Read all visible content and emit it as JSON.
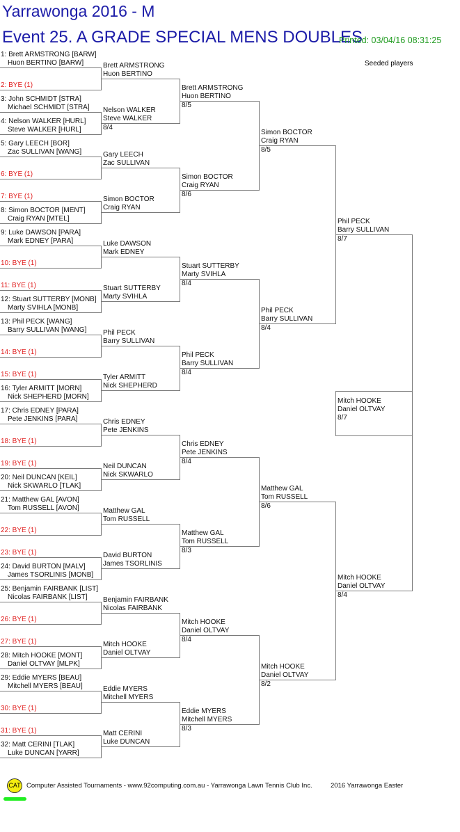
{
  "header": {
    "title": "Yarrawonga 2016 - M",
    "event": "Event 25. A GRADE SPECIAL MENS DOUBLES",
    "printed": "Printed: 03/04/16 08:31:25",
    "seeded_label": "Seeded players"
  },
  "colors": {
    "title": "#1c1ca8",
    "printed": "#1d9a1d",
    "bye": "#e02020",
    "lines": "#7a7a7a"
  },
  "round1": [
    {
      "l1": "1: Brett ARMSTRONG [BARW]",
      "l2": "Huon BERTINO [BARW]"
    },
    {
      "l1": "2: BYE (1)",
      "bye": true
    },
    {
      "l1": "3: John SCHMIDT [STRA]",
      "l2": "Michael SCHMIDT [STRA]"
    },
    {
      "l1": "4: Nelson WALKER [HURL]",
      "l2": "Steve WALKER [HURL]"
    },
    {
      "l1": "5: Gary LEECH [BOR]",
      "l2": "Zac SULLIVAN [WANG]"
    },
    {
      "l1": "6: BYE (1)",
      "bye": true
    },
    {
      "l1": "7: BYE (1)",
      "bye": true
    },
    {
      "l1": "8: Simon BOCTOR [MENT]",
      "l2": "Craig RYAN [MTEL]"
    },
    {
      "l1": "9: Luke DAWSON [PARA]",
      "l2": "Mark EDNEY [PARA]"
    },
    {
      "l1": "10: BYE (1)",
      "bye": true
    },
    {
      "l1": "11: BYE (1)",
      "bye": true
    },
    {
      "l1": "12: Stuart SUTTERBY [MONB]",
      "l2": "Marty SVIHLA [MONB]"
    },
    {
      "l1": "13: Phil PECK [WANG]",
      "l2": "Barry SULLIVAN [WANG]"
    },
    {
      "l1": "14: BYE (1)",
      "bye": true
    },
    {
      "l1": "15: BYE (1)",
      "bye": true
    },
    {
      "l1": "16: Tyler ARMITT [MORN]",
      "l2": "Nick SHEPHERD [MORN]"
    },
    {
      "l1": "17: Chris EDNEY [PARA]",
      "l2": "Pete JENKINS [PARA]"
    },
    {
      "l1": "18: BYE (1)",
      "bye": true
    },
    {
      "l1": "19: BYE (1)",
      "bye": true
    },
    {
      "l1": "20: Neil DUNCAN [KEIL]",
      "l2": "Nick SKWARLO [TLAK]"
    },
    {
      "l1": "21: Matthew GAL [AVON]",
      "l2": "Tom RUSSELL [AVON]"
    },
    {
      "l1": "22: BYE (1)",
      "bye": true
    },
    {
      "l1": "23: BYE (1)",
      "bye": true
    },
    {
      "l1": "24: David BURTON [MALV]",
      "l2": "James TSORLINIS [MONB]"
    },
    {
      "l1": "25: Benjamin FAIRBANK [LIST]",
      "l2": "Nicolas FAIRBANK [LIST]"
    },
    {
      "l1": "26: BYE (1)",
      "bye": true
    },
    {
      "l1": "27: BYE (1)",
      "bye": true
    },
    {
      "l1": "28: Mitch HOOKE [MONT]",
      "l2": "Daniel OLTVAY [MLPK]"
    },
    {
      "l1": "29: Eddie MYERS [BEAU]",
      "l2": "Mitchell MYERS [BEAU]"
    },
    {
      "l1": "30: BYE (1)",
      "bye": true
    },
    {
      "l1": "31: BYE (1)",
      "bye": true
    },
    {
      "l1": "32: Matt CERINI [TLAK]",
      "l2": "Luke DUNCAN [YARR]"
    }
  ],
  "round2": [
    {
      "l1": "Brett ARMSTRONG",
      "l2": "Huon BERTINO"
    },
    {
      "l1": "Nelson WALKER",
      "l2": "Steve WALKER",
      "score": "8/4"
    },
    {
      "l1": "Gary LEECH",
      "l2": "Zac SULLIVAN"
    },
    {
      "l1": "Simon BOCTOR",
      "l2": "Craig RYAN"
    },
    {
      "l1": "Luke DAWSON",
      "l2": "Mark EDNEY"
    },
    {
      "l1": "Stuart SUTTERBY",
      "l2": "Marty SVIHLA"
    },
    {
      "l1": "Phil PECK",
      "l2": "Barry SULLIVAN"
    },
    {
      "l1": "Tyler ARMITT",
      "l2": "Nick SHEPHERD"
    },
    {
      "l1": "Chris EDNEY",
      "l2": "Pete JENKINS"
    },
    {
      "l1": "Neil DUNCAN",
      "l2": "Nick SKWARLO"
    },
    {
      "l1": "Matthew GAL",
      "l2": "Tom RUSSELL"
    },
    {
      "l1": "David BURTON",
      "l2": "James TSORLINIS"
    },
    {
      "l1": "Benjamin FAIRBANK",
      "l2": "Nicolas FAIRBANK"
    },
    {
      "l1": "Mitch HOOKE",
      "l2": "Daniel OLTVAY"
    },
    {
      "l1": "Eddie MYERS",
      "l2": "Mitchell MYERS"
    },
    {
      "l1": "Matt CERINI",
      "l2": "Luke DUNCAN"
    }
  ],
  "round3": [
    {
      "l1": "Brett ARMSTRONG",
      "l2": "Huon BERTINO",
      "score": "8/5"
    },
    {
      "l1": "Simon BOCTOR",
      "l2": "Craig RYAN",
      "score": "8/6"
    },
    {
      "l1": "Stuart SUTTERBY",
      "l2": "Marty SVIHLA",
      "score": "8/4"
    },
    {
      "l1": "Phil PECK",
      "l2": "Barry SULLIVAN",
      "score": "8/4"
    },
    {
      "l1": "Chris EDNEY",
      "l2": "Pete JENKINS",
      "score": "8/4"
    },
    {
      "l1": "Matthew GAL",
      "l2": "Tom RUSSELL",
      "score": "8/3"
    },
    {
      "l1": "Mitch HOOKE",
      "l2": "Daniel OLTVAY",
      "score": "8/4"
    },
    {
      "l1": "Eddie MYERS",
      "l2": "Mitchell MYERS",
      "score": "8/3"
    }
  ],
  "round4": [
    {
      "l1": "Simon BOCTOR",
      "l2": "Craig RYAN",
      "score": "8/5"
    },
    {
      "l1": "Phil PECK",
      "l2": "Barry SULLIVAN",
      "score": "8/4"
    },
    {
      "l1": "Matthew GAL",
      "l2": "Tom RUSSELL",
      "score": "8/6"
    },
    {
      "l1": "Mitch HOOKE",
      "l2": "Daniel OLTVAY",
      "score": "8/2"
    }
  ],
  "round5": [
    {
      "l1": "Phil PECK",
      "l2": "Barry SULLIVAN",
      "score": "8/7"
    },
    {
      "l1": "Mitch HOOKE",
      "l2": "Daniel OLTVAY",
      "score": "8/4"
    }
  ],
  "winner": {
    "l1": "Mitch HOOKE",
    "l2": "Daniel OLTVAY",
    "score": "8/7"
  },
  "footer": {
    "logo": "CAT",
    "credit": "Computer Assisted Tournaments - www.92computing.com.au -  Yarrawonga Lawn Tennis Club Inc.",
    "event": "2016 Yarrawonga Easter"
  }
}
